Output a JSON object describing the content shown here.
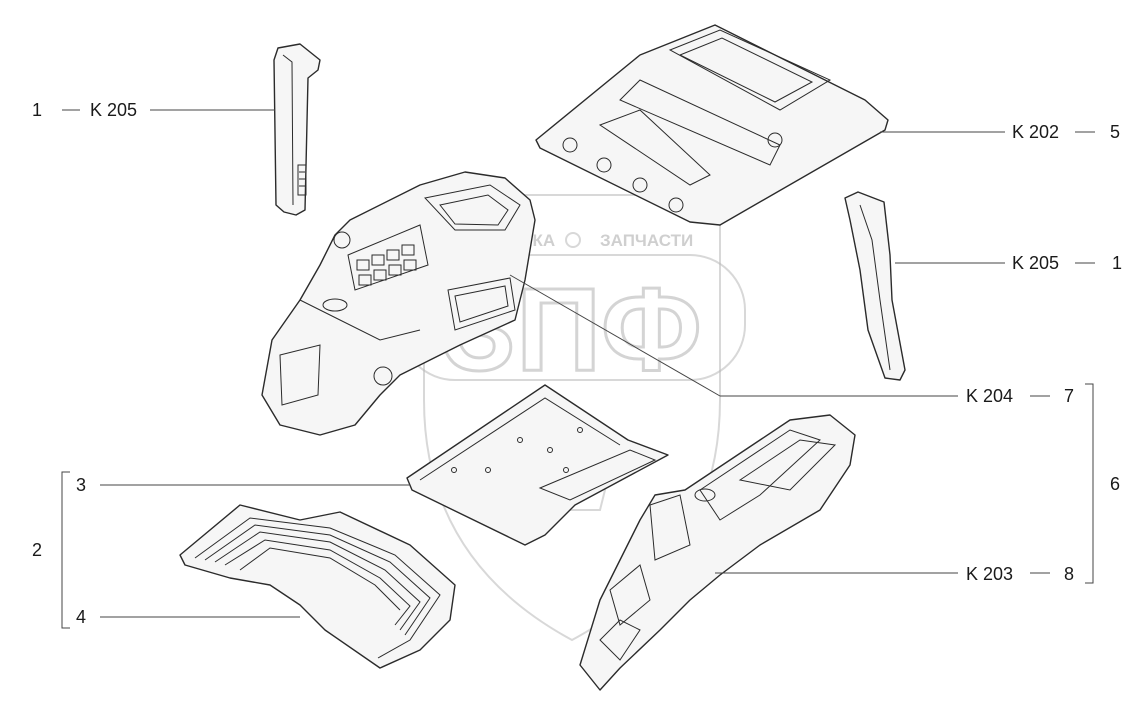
{
  "watermark": {
    "top_text_left": "ТЕХНИКА",
    "top_text_right": "ЗАПЧАСТИ",
    "big_text": "ЗПФ"
  },
  "callouts": {
    "c1_left": {
      "index": "1",
      "code": "K 205"
    },
    "c5": {
      "index": "5",
      "code": "K 202"
    },
    "c1_right": {
      "index": "1",
      "code": "K 205"
    },
    "c7": {
      "index": "7",
      "code": "K 204"
    },
    "c6": {
      "index": "6"
    },
    "c8": {
      "index": "8",
      "code": "K 203"
    },
    "c3": {
      "index": "3"
    },
    "c2": {
      "index": "2"
    },
    "c4": {
      "index": "4"
    }
  }
}
